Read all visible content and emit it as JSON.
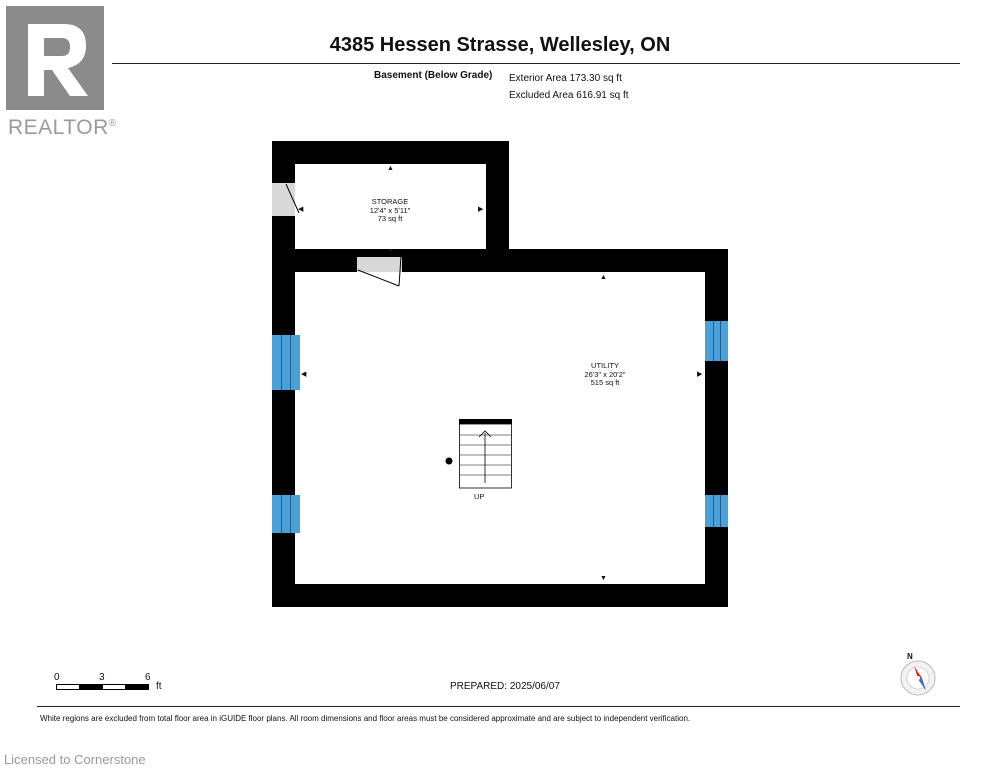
{
  "brand": {
    "logo_text": "REALTOR",
    "logo_mark": "®"
  },
  "header": {
    "title": "4385 Hessen Strasse, Wellesley, ON"
  },
  "areas": {
    "level_label": "Basement (Below Grade)",
    "exterior": "Exterior Area 173.30 sq ft",
    "excluded": "Excluded Area 616.91 sq ft"
  },
  "rooms": {
    "storage": {
      "name": "STORAGE",
      "dims": "12'4\" x 5'11\"",
      "area": "73 sq ft"
    },
    "utility": {
      "name": "UTILITY",
      "dims": "26'3\" x 20'2\"",
      "area": "515 sq ft"
    }
  },
  "stairs": {
    "label": "UP"
  },
  "scale": {
    "ticks": [
      "0",
      "3",
      "6"
    ],
    "unit": "ft"
  },
  "prepared": "PREPARED: 2025/06/07",
  "compass": {
    "label": "N"
  },
  "footer": {
    "disclaimer": "White regions are excluded from total floor area in iGUIDE floor plans. All room dimensions and floor areas must be considered approximate and are subject to independent verification."
  },
  "license": "Licensed to Cornerstone",
  "colors": {
    "wall": "#000000",
    "window": "#4aa0d8",
    "logo": "#8b8b8b"
  }
}
